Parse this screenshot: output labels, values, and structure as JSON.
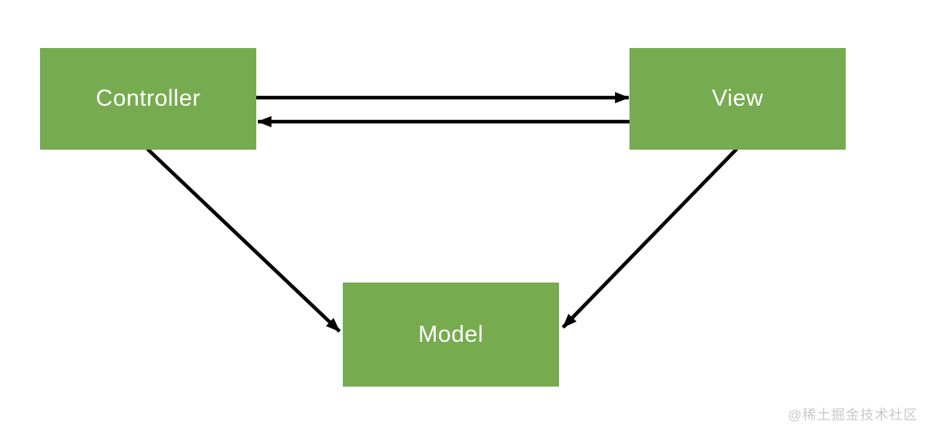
{
  "diagram": {
    "type": "mvc-architecture-diagram",
    "nodes": [
      {
        "id": "controller",
        "label": "Controller"
      },
      {
        "id": "view",
        "label": "View"
      },
      {
        "id": "model",
        "label": "Model"
      }
    ],
    "edges": [
      {
        "from": "controller",
        "to": "view",
        "direction": "right"
      },
      {
        "from": "view",
        "to": "controller",
        "direction": "left"
      },
      {
        "from": "controller",
        "to": "model",
        "direction": "down-right"
      },
      {
        "from": "view",
        "to": "model",
        "direction": "down-left"
      }
    ],
    "colors": {
      "node_fill": "#77ab50",
      "node_text": "#ffffff",
      "arrow": "#000000",
      "watermark": "#c9c9c9",
      "background": "#ffffff"
    },
    "watermark": "@稀土掘金技术社区"
  }
}
